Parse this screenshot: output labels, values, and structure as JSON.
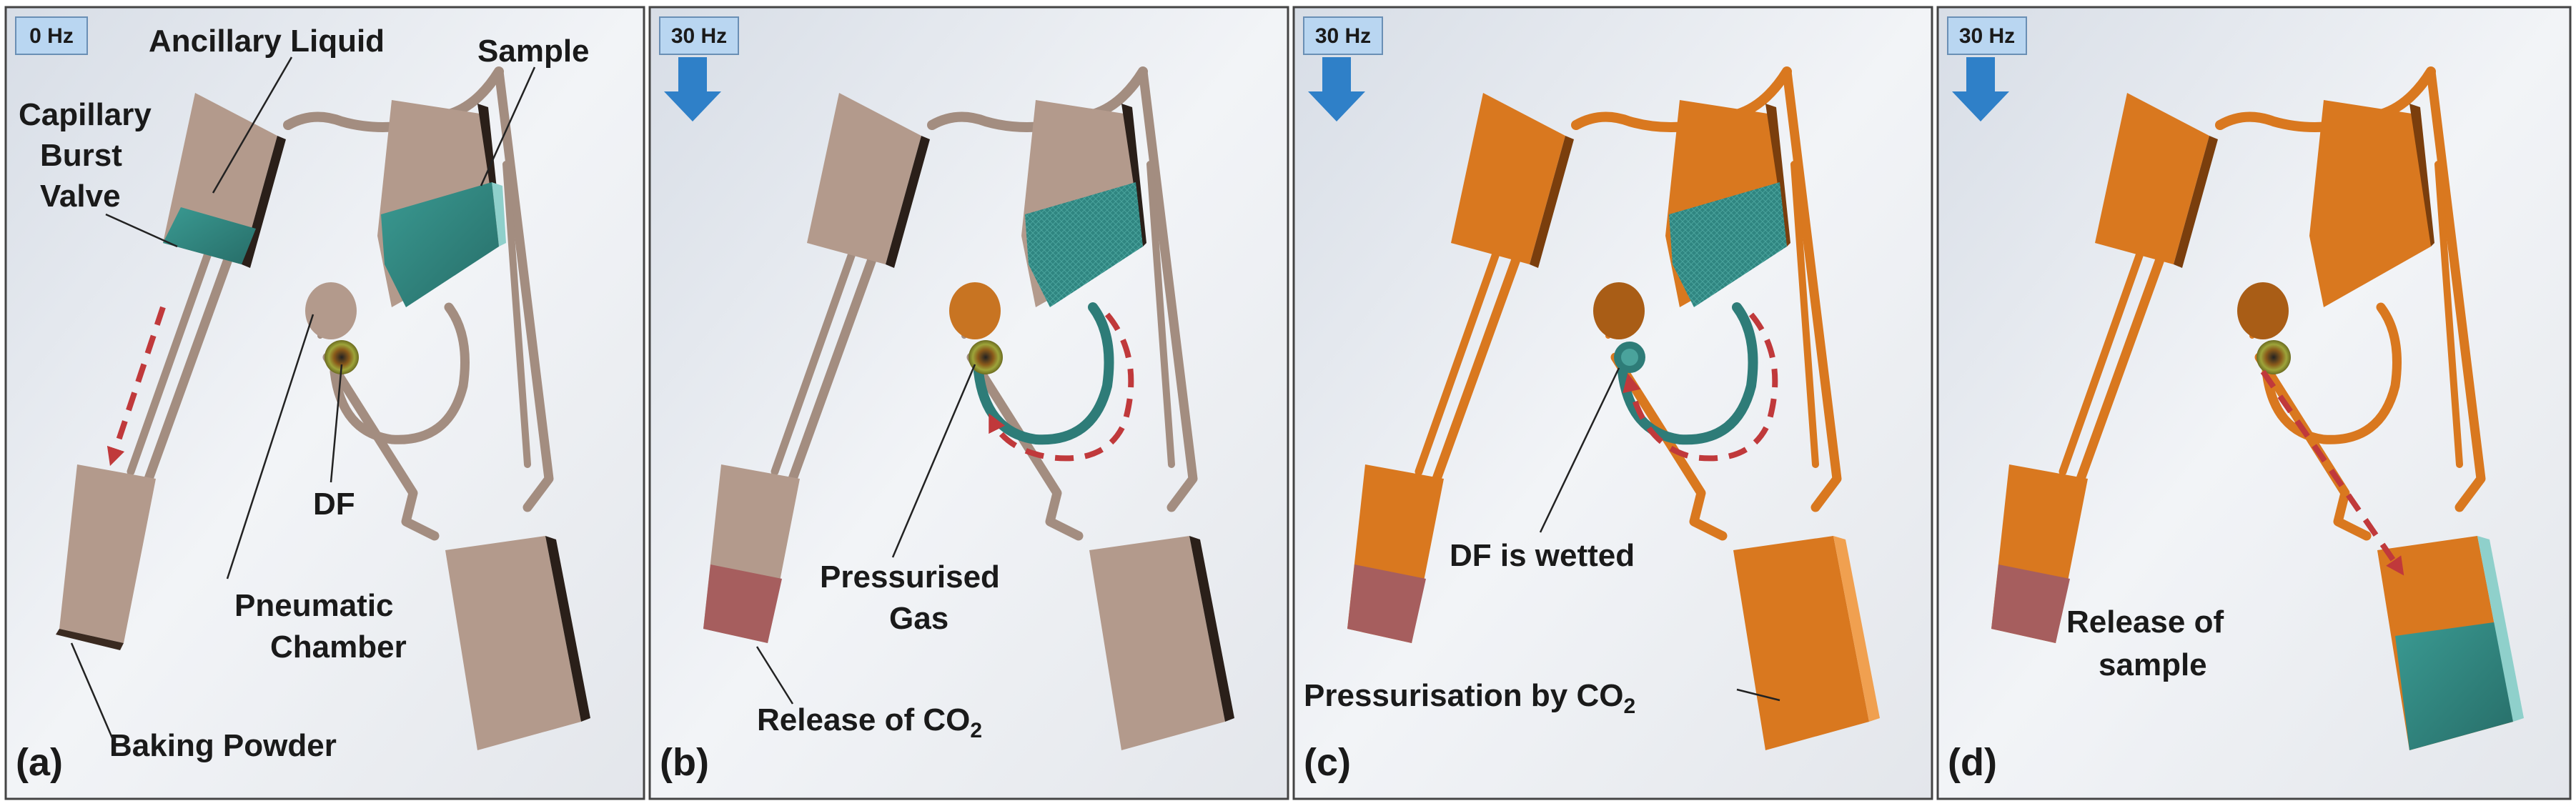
{
  "panels": [
    {
      "letter": "(a)",
      "freq": "0 Hz",
      "stage": "initial",
      "labels": {
        "ancillary": "Ancillary Liquid",
        "sample": "Sample",
        "capillary1": "Capillary",
        "capillary2": "Burst",
        "capillary3": "Valve",
        "df": "DF",
        "pneumatic1": "Pneumatic",
        "pneumatic2": "Chamber",
        "baking": "Baking Powder"
      }
    },
    {
      "letter": "(b)",
      "freq": "30 Hz",
      "stage": "release-co2",
      "labels": {
        "gas1": "Pressurised",
        "gas2": "Gas",
        "co2_pre": "Release of CO",
        "co2_sub": "2"
      }
    },
    {
      "letter": "(c)",
      "freq": "30 Hz",
      "stage": "df-wetted",
      "labels": {
        "wetted": "DF is wetted",
        "press_pre": "Pressurisation by CO",
        "press_sub": "2"
      }
    },
    {
      "letter": "(d)",
      "freq": "30 Hz",
      "stage": "release-sample",
      "labels": {
        "rel1": "Release of",
        "rel2": "sample"
      }
    }
  ],
  "colors": {
    "beige": "#b39a8c",
    "orange": "#d9781f",
    "liquid": "#2d7e78",
    "powder": "#a65e5e",
    "arrow": "#2f80c8",
    "badge": "#b9d6f1",
    "dashed": "#c0393b"
  }
}
